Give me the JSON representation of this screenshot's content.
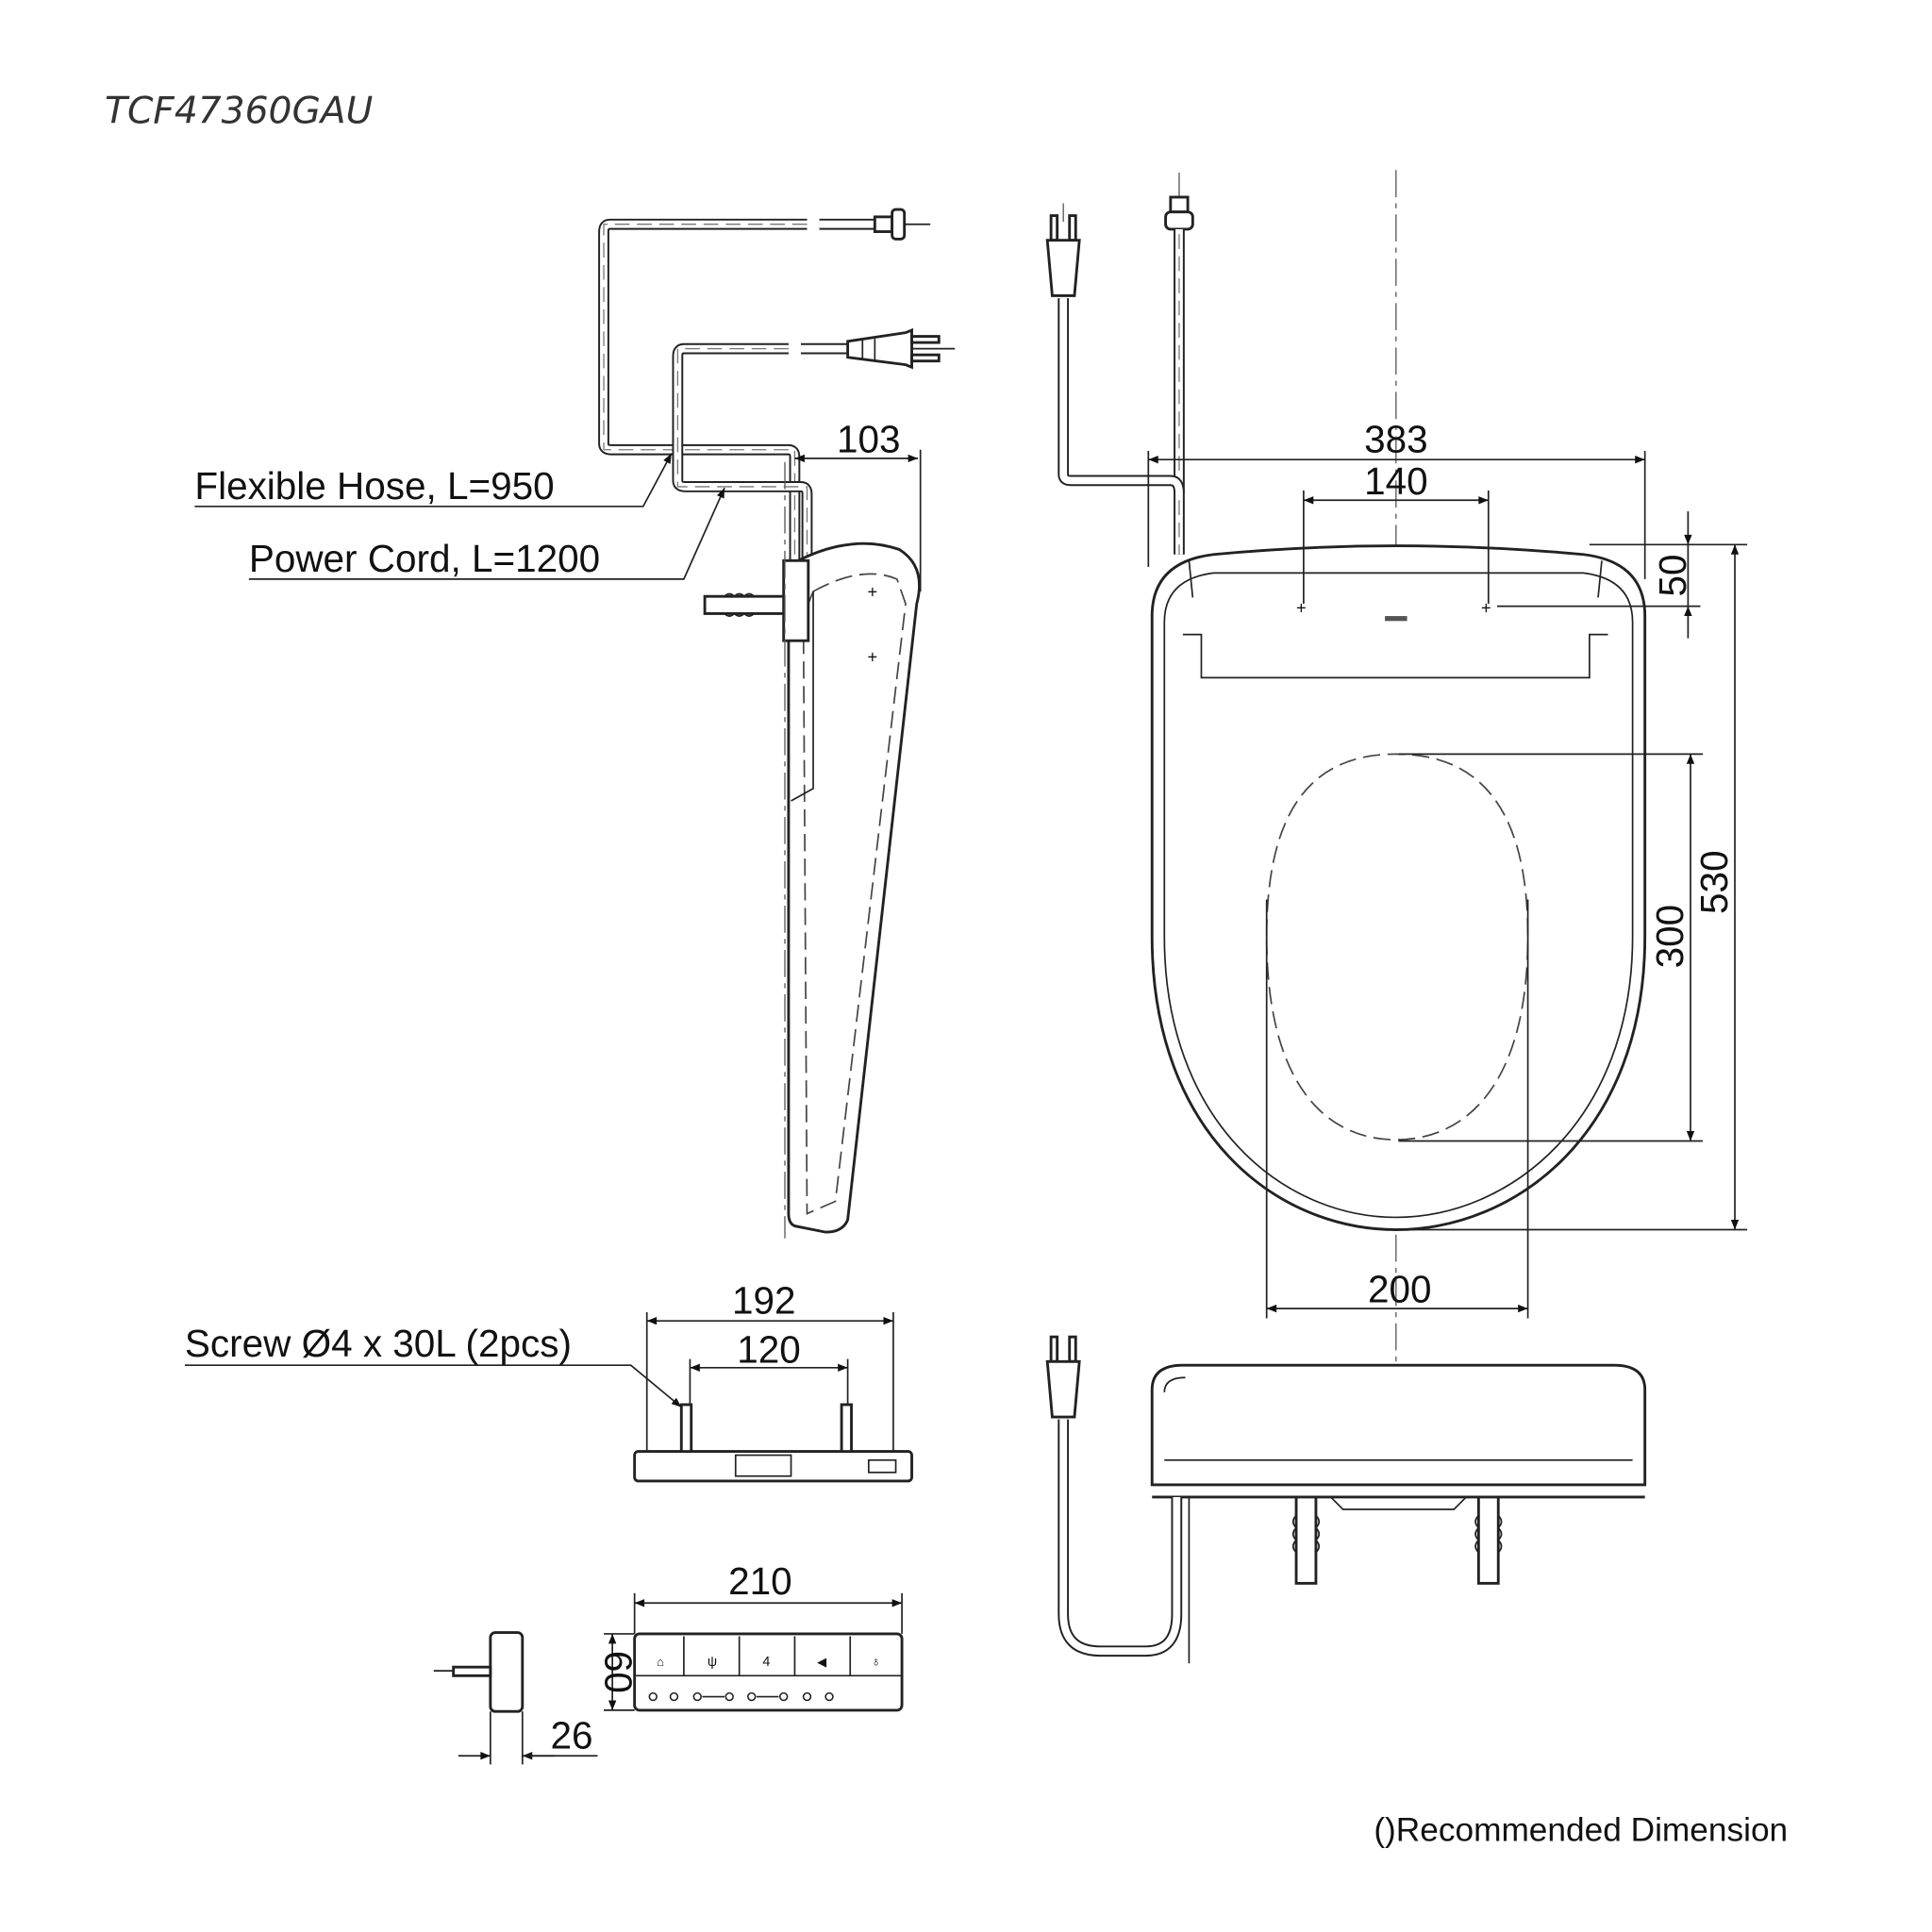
{
  "title": "TCF47360GAU",
  "labels": {
    "flexible_hose": "Flexible Hose, L=950",
    "power_cord": "Power Cord, L=1200",
    "screw": "Screw Ø4 x 30L (2pcs)"
  },
  "dimensions": {
    "side_depth": "103",
    "seat_width": "383",
    "hinge_spacing": "140",
    "hinge_offset": "50",
    "seat_length": "530",
    "opening_length": "300",
    "opening_width": "200",
    "bracket_width": "192",
    "bracket_screw_spacing": "120",
    "remote_width": "210",
    "remote_height": "60",
    "remote_depth": "26"
  },
  "footnote": "()Recommended Dimension"
}
